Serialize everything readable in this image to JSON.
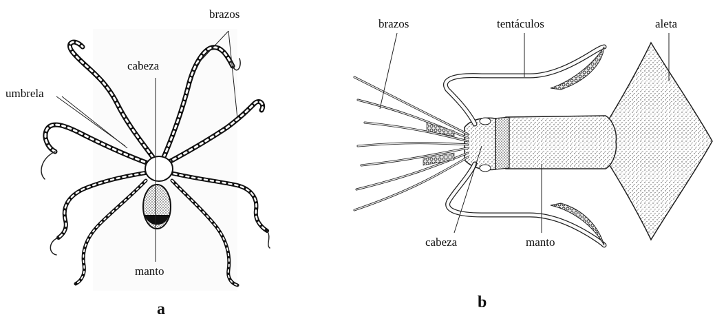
{
  "figure": {
    "panel_a": {
      "letter": "a",
      "labels": {
        "brazos": "brazos",
        "cabeza": "cabeza",
        "umbrela": "umbrela",
        "manto": "manto"
      }
    },
    "panel_b": {
      "letter": "b",
      "labels": {
        "brazos": "brazos",
        "tentaculos": "tentáculos",
        "aleta": "aleta",
        "cabeza": "cabeza",
        "manto": "manto"
      }
    }
  }
}
